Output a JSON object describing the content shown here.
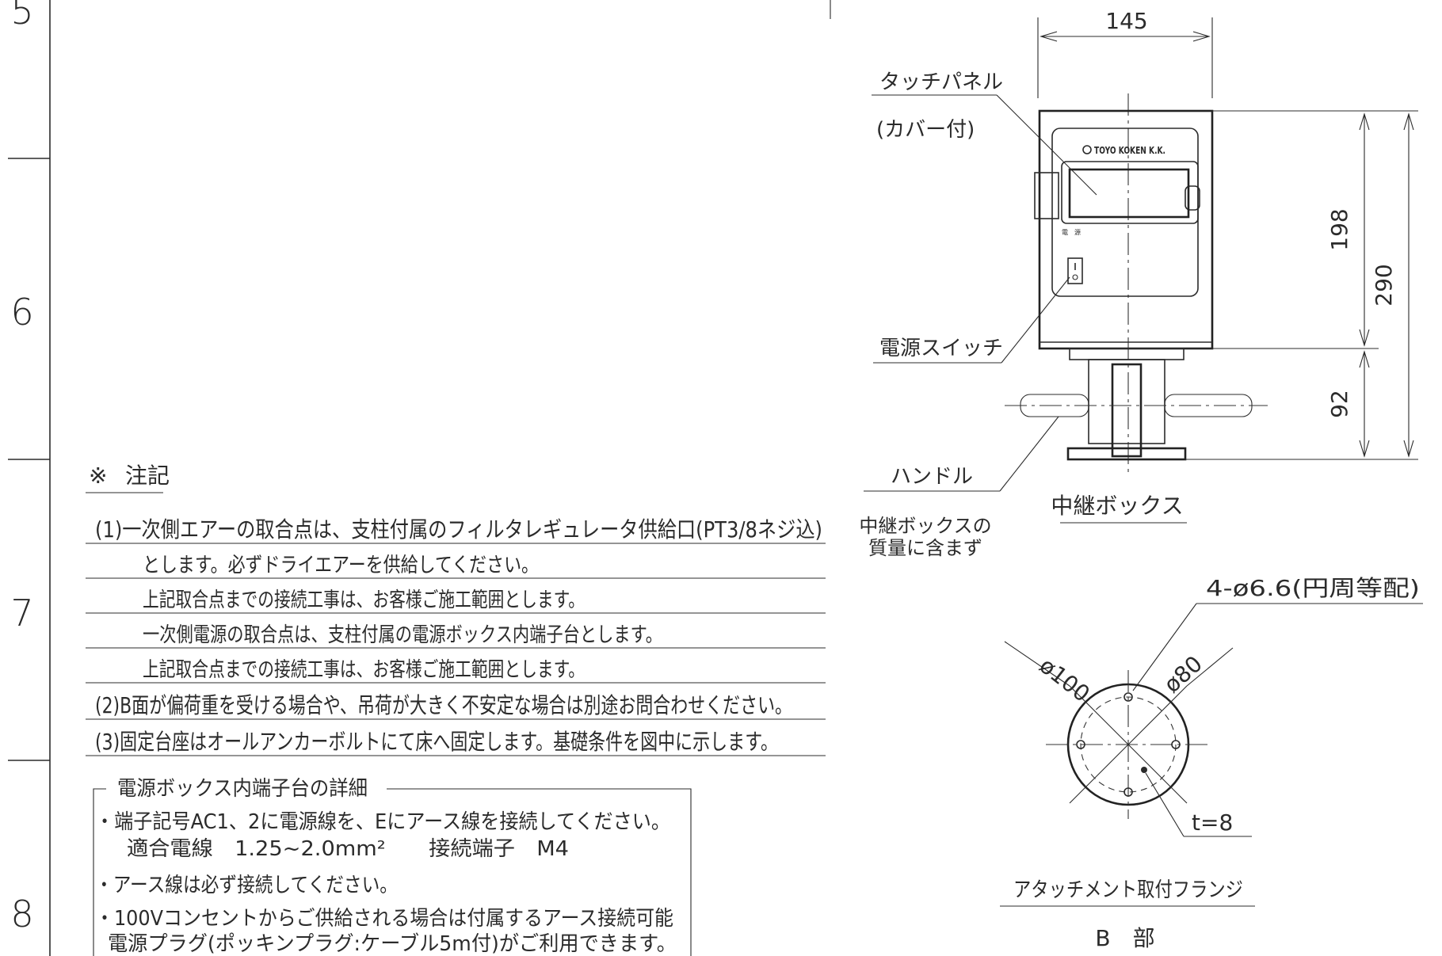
{
  "zone_numbers": [
    "5",
    "6",
    "7",
    "8"
  ],
  "notes": {
    "heading_mark": "※",
    "heading": "注記",
    "lines": [
      "(1)一次側エアーの取合点は、支柱付属のフィルタレギュレータ供給口(PT3/8ネジ込)",
      "とします。必ずドライエアーを供給してください。",
      "上記取合点までの接続工事は、お客様ご施工範囲とします。",
      "一次側電源の取合点は、支柱付属の電源ボックス内端子台とします。",
      "上記取合点までの接続工事は、お客様ご施工範囲とします。",
      "(2)B面が偏荷重を受ける場合や、吊荷が大きく不安定な場合は別途お問合わせください。",
      "(3)固定台座はオールアンカーボルトにて床へ固定します。基礎条件を図中に示します。"
    ]
  },
  "terminal_box": {
    "title": "電源ボックス内端子台の詳細",
    "lines": [
      "・端子記号AC1、2に電源線を、Eにアース線を接続してください。",
      "適合電線　1.25~2.0mm²　　接続端子　M4",
      "・アース線は必ず接続してください。",
      "・100Vコンセントからご供給される場合は付属するアース接続可能",
      "電源プラグ(ポッキンプラグ:ケーブル5m付)がご利用できます。"
    ]
  },
  "relay_box": {
    "width_dim": "145",
    "height_dim_upper": "198",
    "height_dim_total": "290",
    "height_dim_lower": "92",
    "touch_panel_label": "タッチパネル",
    "touch_panel_sub": "(カバー付)",
    "logo_text": "TOYO KOKEN K.K.",
    "power_small_label": "電　源",
    "power_switch_label": "電源スイッチ",
    "handle_label": "ハンドル",
    "caption": "中継ボックス",
    "weight_note_1": "中継ボックスの",
    "weight_note_2": "質量に含まず"
  },
  "flange": {
    "holes_label": "4-ø6.6(円周等配)",
    "outer_dia": "ø100",
    "pcd_dia": "ø80",
    "thickness": "t=8",
    "caption": "アタッチメント取付フランジ",
    "part_label": "B　部"
  }
}
